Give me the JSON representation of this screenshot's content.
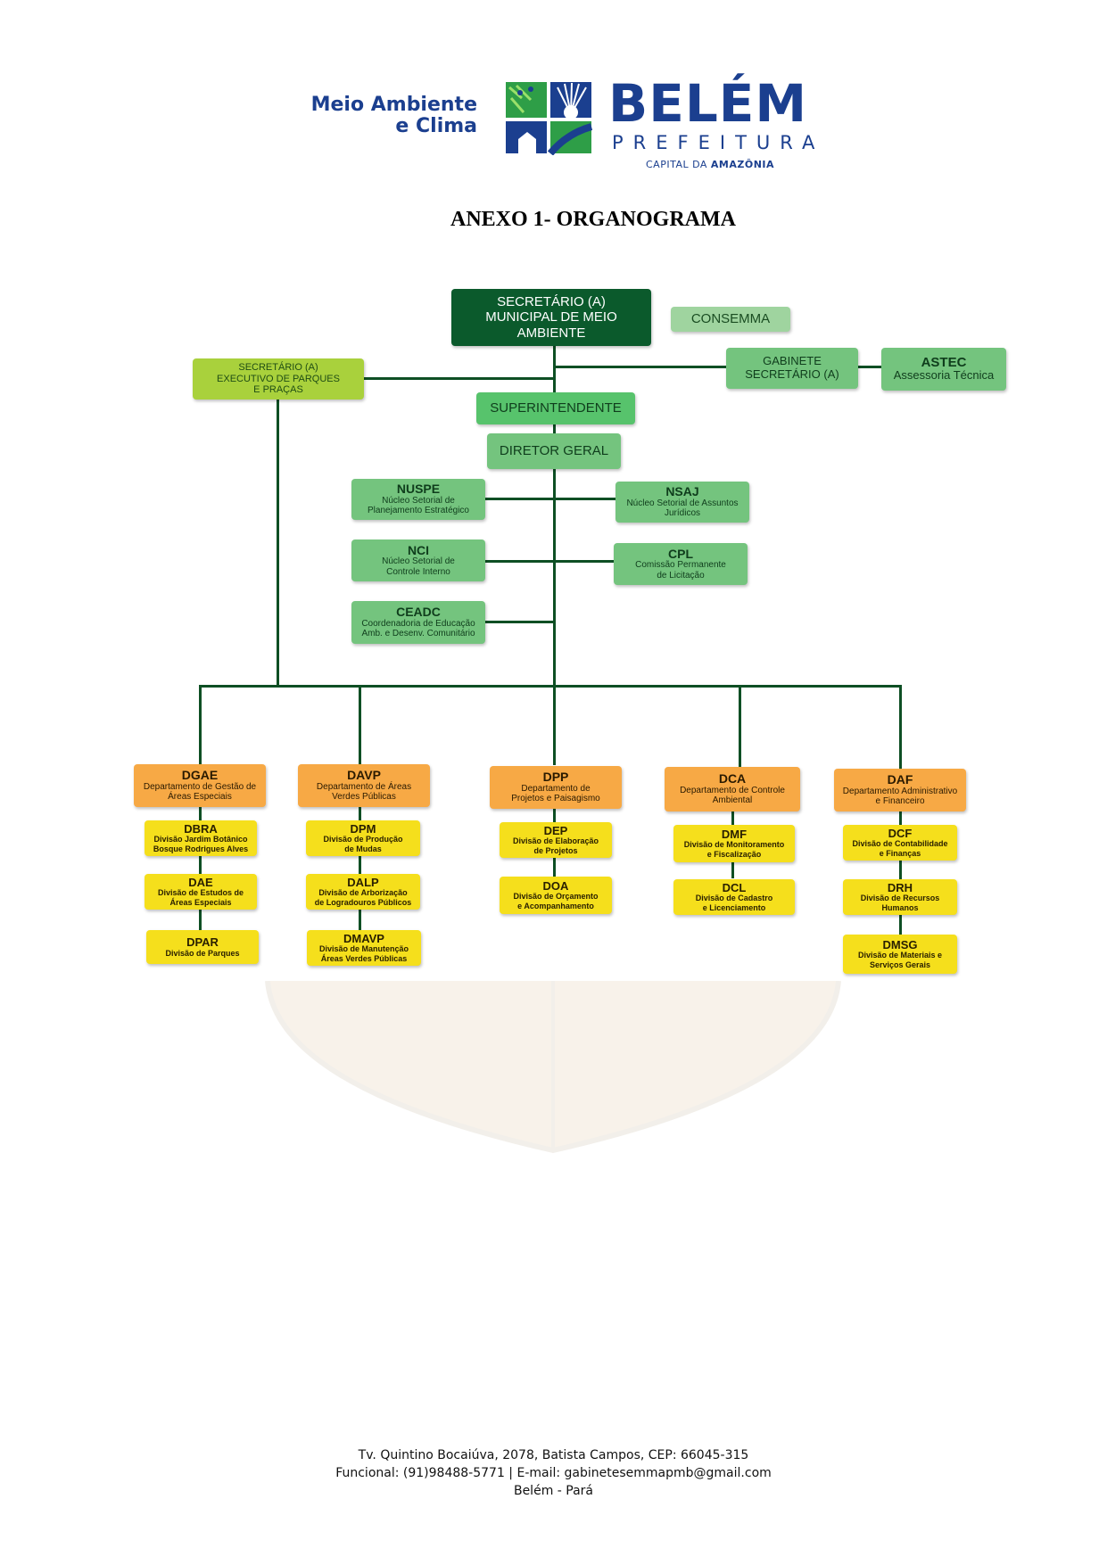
{
  "header": {
    "left_brand": [
      "Meio Ambiente",
      "e Clima"
    ],
    "city": "BELÉM",
    "city_sub": "PREFEITURA",
    "tagline_plain": "CAPITAL DA",
    "tagline_bold": "AMAZÔNIA",
    "emblem_icon": "belem-emblem-icon"
  },
  "title": "ANEXO 1- ORGANOGRAMA",
  "org": {
    "secretario": [
      "SECRETÁRIO (A)",
      "MUNICIPAL DE MEIO",
      "AMBIENTE"
    ],
    "consemma": "CONSEMMA",
    "exec": [
      "SECRETÁRIO (A)",
      "EXECUTIVO DE PARQUES",
      "E PRAÇAS"
    ],
    "gabinete": [
      "GABINETE",
      "SECRETÁRIO (A)"
    ],
    "astec": {
      "title": "ASTEC",
      "sub": "Assessoria Técnica"
    },
    "superintendente": "SUPERINTENDENTE",
    "diretor": "DIRETOR GERAL",
    "nuspe": {
      "title": "NUSPE",
      "sub": [
        "Núcleo Setorial de",
        "Planejamento Estratégico"
      ]
    },
    "nsaj": {
      "title": "NSAJ",
      "sub": [
        "Núcleo Setorial de Assuntos",
        "Jurídicos"
      ]
    },
    "nci": {
      "title": "NCI",
      "sub": [
        "Núcleo Setorial de",
        "Controle Interno"
      ]
    },
    "cpl": {
      "title": "CPL",
      "sub": [
        "Comissão Permanente",
        "de Licitação"
      ]
    },
    "ceadc": {
      "title": "CEADC",
      "sub": [
        "Coordenadoria de Educação",
        "Amb. e Desenv. Comunitário"
      ]
    },
    "departments": [
      {
        "title": "DGAE",
        "sub": [
          "Departamento de Gestão de",
          "Áreas Especiais"
        ],
        "divisions": [
          {
            "title": "DBRA",
            "sub": [
              "Divisão Jardim Botânico",
              "Bosque Rodrigues Alves"
            ]
          },
          {
            "title": "DAE",
            "sub": [
              "Divisão de Estudos de",
              "Áreas Especiais"
            ]
          },
          {
            "title": "DPAR",
            "sub": [
              "Divisão de Parques"
            ]
          }
        ]
      },
      {
        "title": "DAVP",
        "sub": [
          "Departamento de Áreas",
          "Verdes Públicas"
        ],
        "divisions": [
          {
            "title": "DPM",
            "sub": [
              "Divisão de Produção",
              "de Mudas"
            ]
          },
          {
            "title": "DALP",
            "sub": [
              "Divisão de Arborização",
              "de Logradouros Públicos"
            ]
          },
          {
            "title": "DMAVP",
            "sub": [
              "Divisão de Manutenção",
              "Áreas Verdes Públicas"
            ]
          }
        ]
      },
      {
        "title": "DPP",
        "sub": [
          "Departamento de",
          "Projetos e Paisagismo"
        ],
        "divisions": [
          {
            "title": "DEP",
            "sub": [
              "Divisão de Elaboração",
              "de Projetos"
            ]
          },
          {
            "title": "DOA",
            "sub": [
              "Divisão de Orçamento",
              "e Acompanhamento"
            ]
          }
        ]
      },
      {
        "title": "DCA",
        "sub": [
          "Departamento de Controle",
          "Ambiental"
        ],
        "divisions": [
          {
            "title": "DMF",
            "sub": [
              "Divisão de Monitoramento",
              "e Fiscalização"
            ]
          },
          {
            "title": "DCL",
            "sub": [
              "Divisão de Cadastro",
              "e Licenciamento"
            ]
          }
        ]
      },
      {
        "title": "DAF",
        "sub": [
          "Departamento Administrativo",
          "e Financeiro"
        ],
        "divisions": [
          {
            "title": "DCF",
            "sub": [
              "Divisão de Contabilidade",
              "e Finanças"
            ]
          },
          {
            "title": "DRH",
            "sub": [
              "Divisão de Recursos",
              "Humanos"
            ]
          },
          {
            "title": "DMSG",
            "sub": [
              "Divisão de Materiais e",
              "Serviços Gerais"
            ]
          }
        ]
      }
    ]
  },
  "footer": {
    "line1": "Tv. Quintino Bocaiúva, 2078, Batista Campos, CEP: 66045-315",
    "line2": "Funcional: (91)98488-5771 | E-mail: gabinetesemmapmb@gmail.com",
    "line3": "Belém - Pará"
  }
}
